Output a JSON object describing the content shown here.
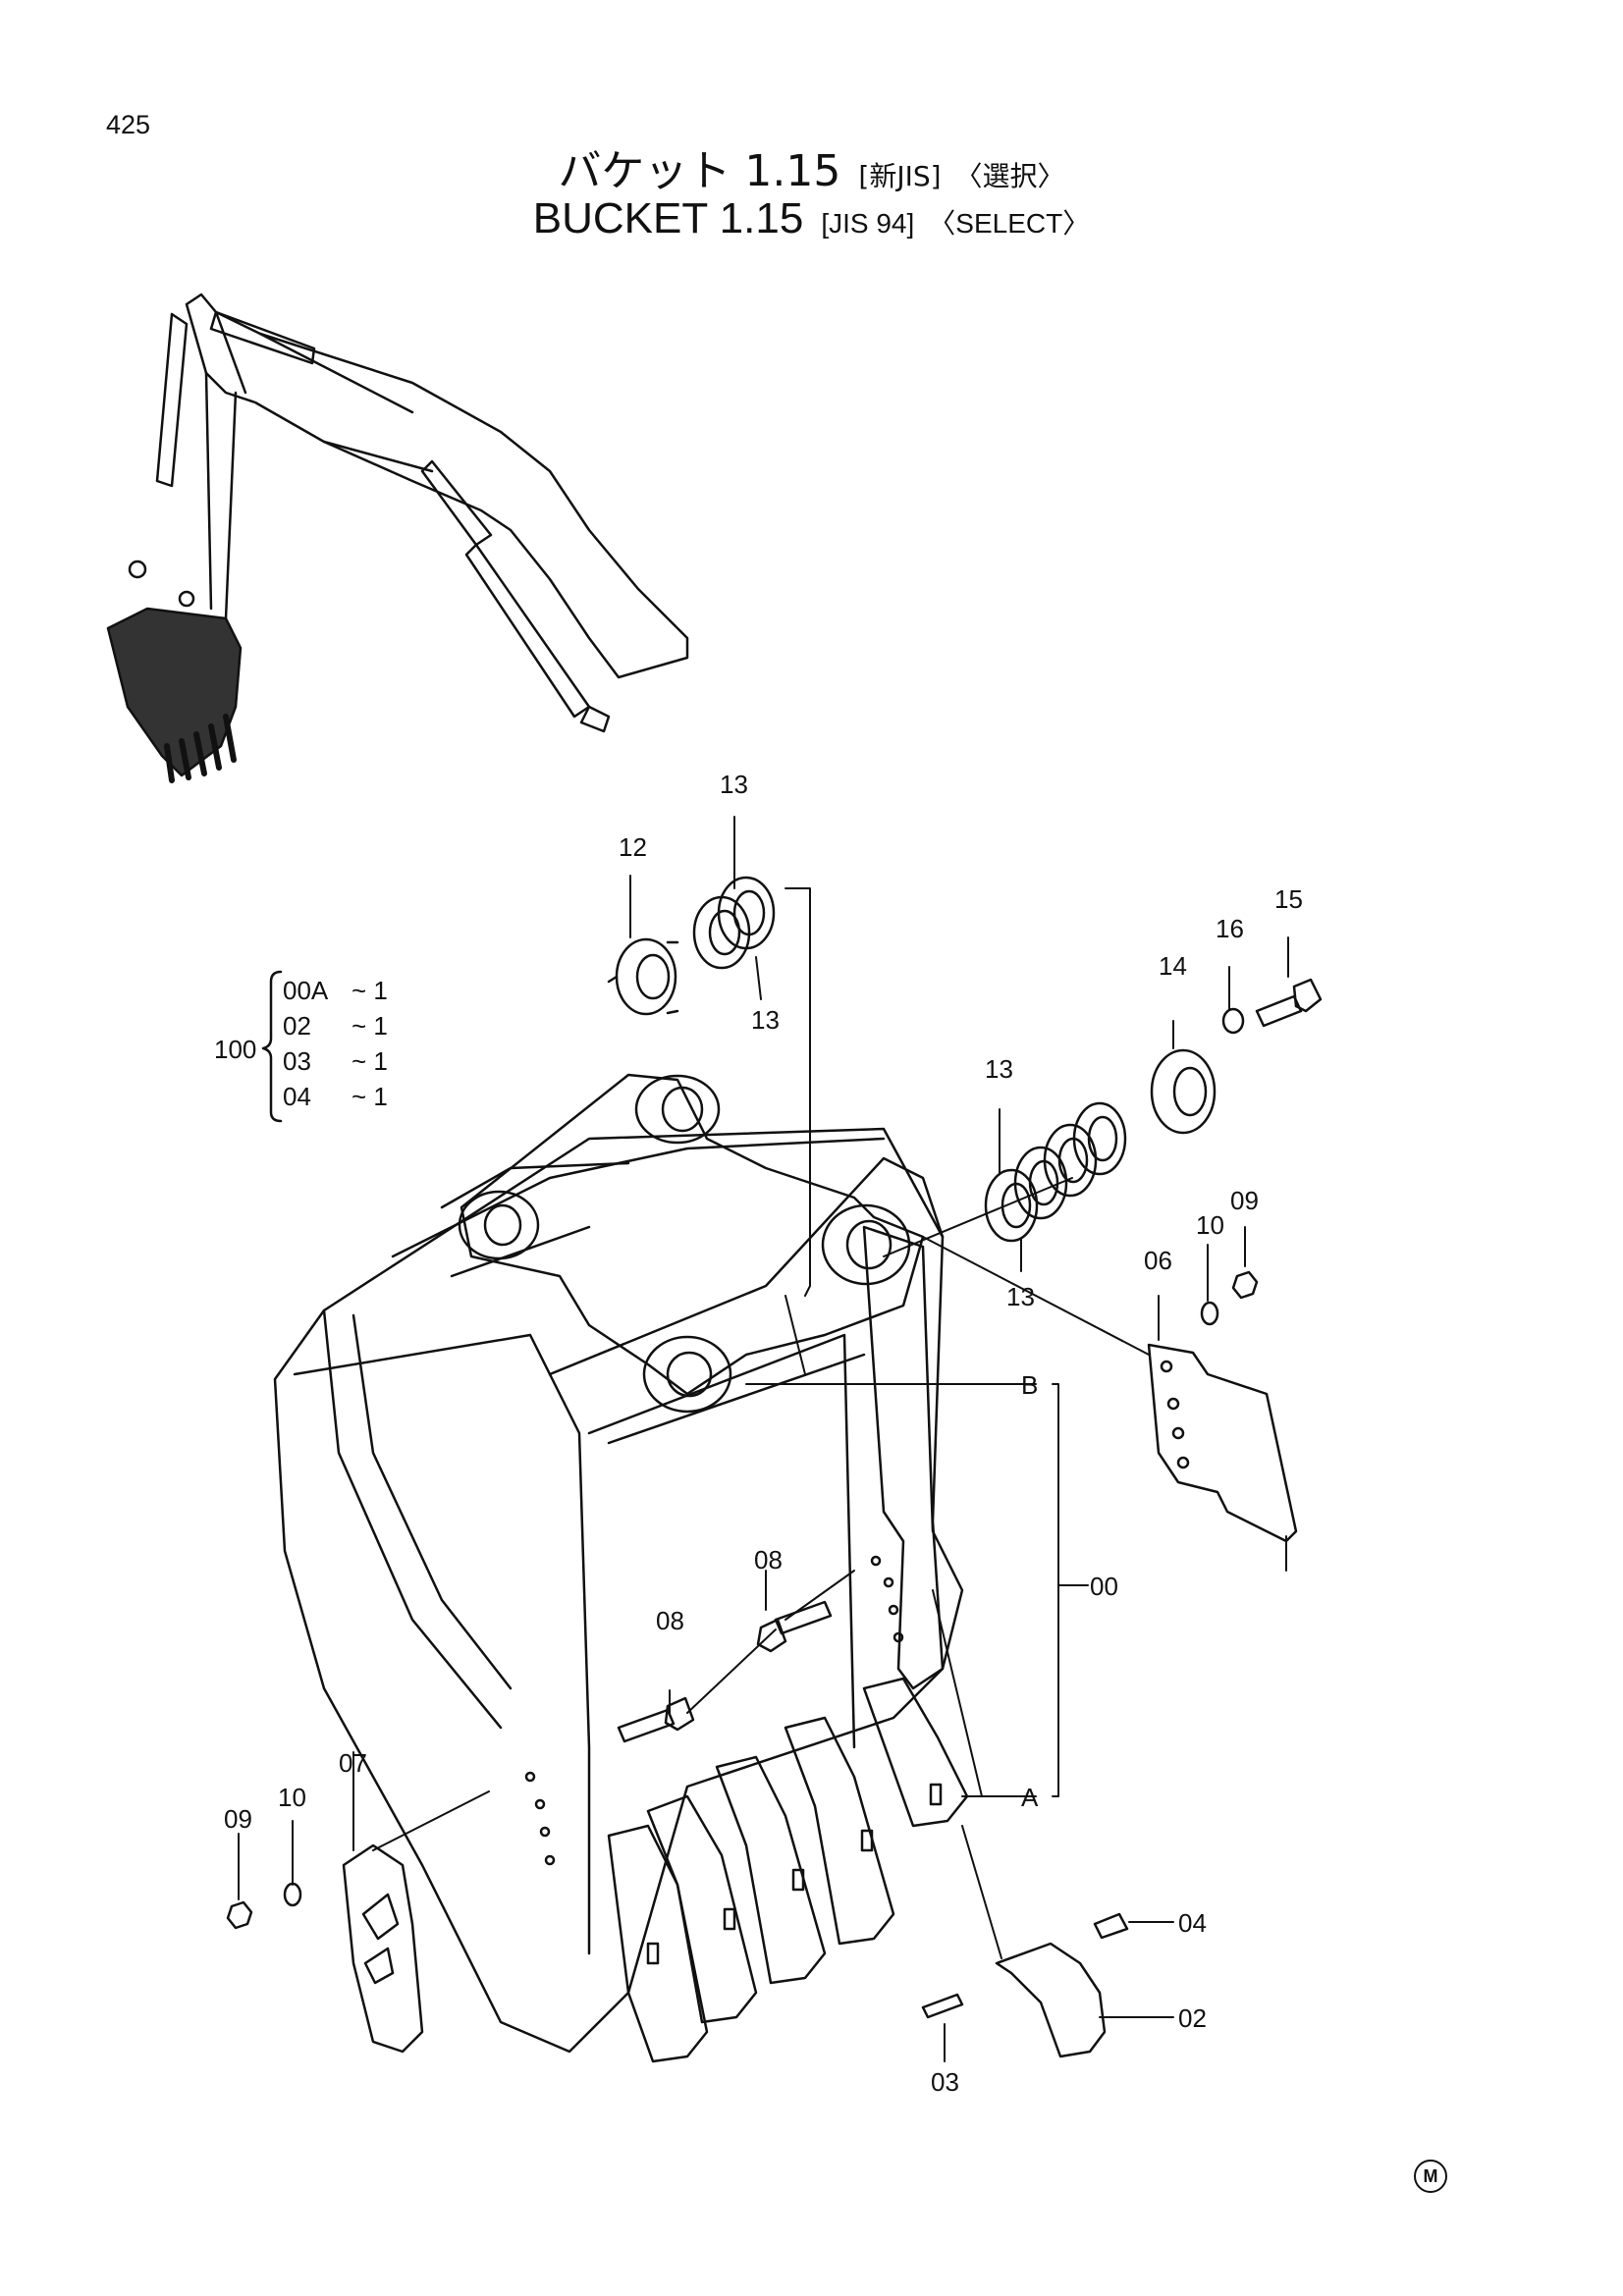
{
  "page_number": "425",
  "title_jp": {
    "main": "バケット 1.15",
    "tag1": "[新JIS]",
    "tag2": "〈選択〉"
  },
  "title_en": {
    "main": "BUCKET 1.15",
    "tag1": "[JIS 94]",
    "tag2": "〈SELECT〉"
  },
  "kit": {
    "parent": "100",
    "lines": [
      {
        "code": "00A",
        "qty": "~ 1"
      },
      {
        "code": "02",
        "qty": "~ 1"
      },
      {
        "code": "03",
        "qty": "~ 1"
      },
      {
        "code": "04",
        "qty": "~ 1"
      }
    ]
  },
  "callouts": {
    "c00": "00",
    "c02": "02",
    "c03": "03",
    "c04": "04",
    "c06": "06",
    "c07": "07",
    "c08a": "08",
    "c08b": "08",
    "c09a": "09",
    "c09b": "09",
    "c10a": "10",
    "c10b": "10",
    "c12": "12",
    "c13a": "13",
    "c13b": "13",
    "c13c": "13",
    "c13d": "13",
    "c14": "14",
    "c15": "15",
    "c16": "16",
    "A": "A",
    "B": "B"
  },
  "footer_mark": "M"
}
